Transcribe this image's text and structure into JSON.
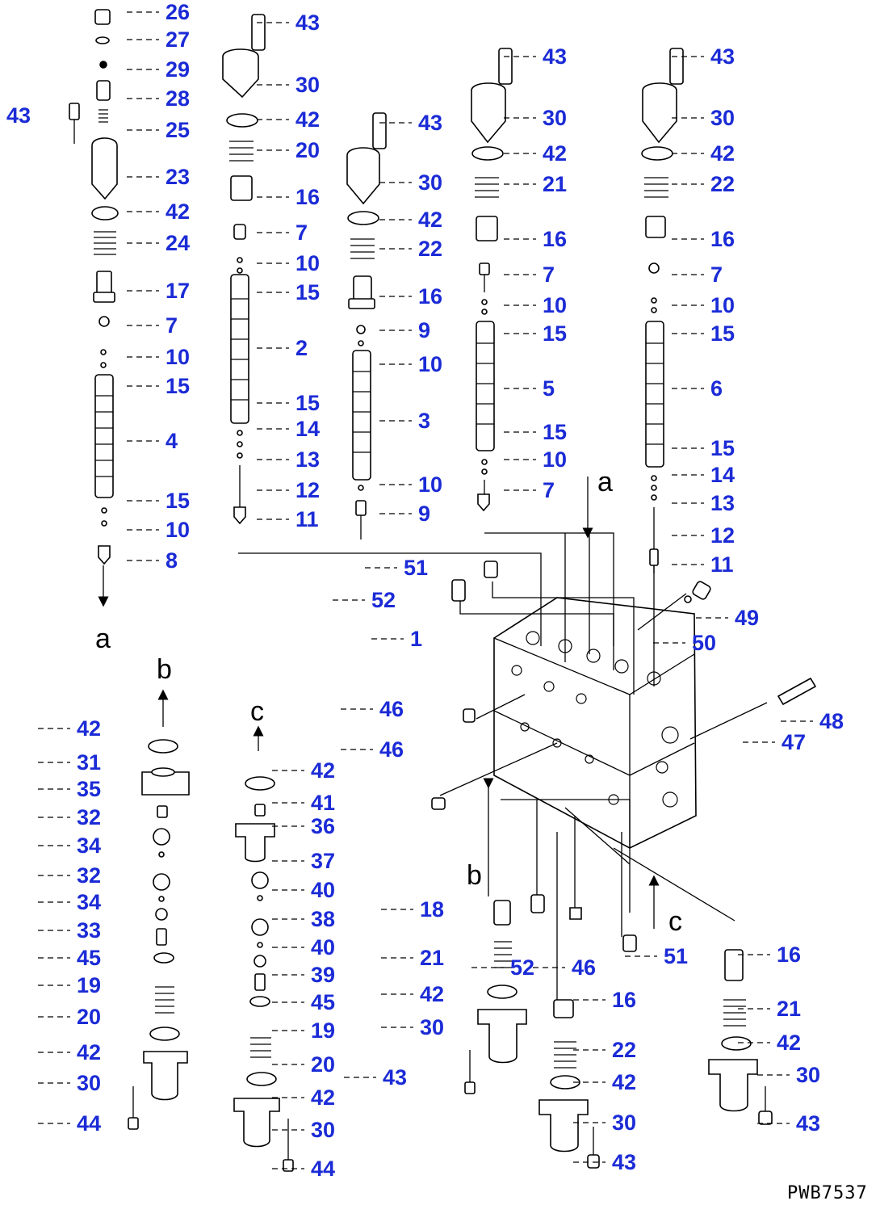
{
  "drawing_code": "PWB7537",
  "callouts": [
    {
      "id": "c1",
      "text": "26"
    },
    {
      "id": "c2",
      "text": "27"
    },
    {
      "id": "c3",
      "text": "29"
    },
    {
      "id": "c4",
      "text": "28"
    },
    {
      "id": "c5",
      "text": "25"
    },
    {
      "id": "c6",
      "text": "43"
    },
    {
      "id": "c7",
      "text": "23"
    },
    {
      "id": "c8",
      "text": "42"
    },
    {
      "id": "c9",
      "text": "24"
    },
    {
      "id": "c10",
      "text": "17"
    },
    {
      "id": "c11",
      "text": "7"
    },
    {
      "id": "c12",
      "text": "10"
    },
    {
      "id": "c13",
      "text": "15"
    },
    {
      "id": "c14",
      "text": "4"
    },
    {
      "id": "c15",
      "text": "15"
    },
    {
      "id": "c16",
      "text": "10"
    },
    {
      "id": "c17",
      "text": "8"
    },
    {
      "id": "c18",
      "text": "43"
    },
    {
      "id": "c19",
      "text": "30"
    },
    {
      "id": "c20",
      "text": "42"
    },
    {
      "id": "c21",
      "text": "20"
    },
    {
      "id": "c22",
      "text": "16"
    },
    {
      "id": "c23",
      "text": "7"
    },
    {
      "id": "c24",
      "text": "10"
    },
    {
      "id": "c25",
      "text": "15"
    },
    {
      "id": "c26",
      "text": "2"
    },
    {
      "id": "c27",
      "text": "15"
    },
    {
      "id": "c28",
      "text": "14"
    },
    {
      "id": "c29",
      "text": "13"
    },
    {
      "id": "c30",
      "text": "12"
    },
    {
      "id": "c31",
      "text": "11"
    },
    {
      "id": "c32",
      "text": "43"
    },
    {
      "id": "c33",
      "text": "30"
    },
    {
      "id": "c34",
      "text": "42"
    },
    {
      "id": "c35",
      "text": "22"
    },
    {
      "id": "c36",
      "text": "16"
    },
    {
      "id": "c37",
      "text": "9"
    },
    {
      "id": "c38",
      "text": "10"
    },
    {
      "id": "c39",
      "text": "3"
    },
    {
      "id": "c40",
      "text": "10"
    },
    {
      "id": "c41",
      "text": "9"
    },
    {
      "id": "c42",
      "text": "43"
    },
    {
      "id": "c43",
      "text": "30"
    },
    {
      "id": "c44",
      "text": "42"
    },
    {
      "id": "c45",
      "text": "21"
    },
    {
      "id": "c46",
      "text": "16"
    },
    {
      "id": "c47",
      "text": "7"
    },
    {
      "id": "c48",
      "text": "10"
    },
    {
      "id": "c49",
      "text": "15"
    },
    {
      "id": "c50",
      "text": "5"
    },
    {
      "id": "c51",
      "text": "15"
    },
    {
      "id": "c52",
      "text": "10"
    },
    {
      "id": "c53",
      "text": "7"
    },
    {
      "id": "c54",
      "text": "43"
    },
    {
      "id": "c55",
      "text": "30"
    },
    {
      "id": "c56",
      "text": "42"
    },
    {
      "id": "c57",
      "text": "22"
    },
    {
      "id": "c58",
      "text": "16"
    },
    {
      "id": "c59",
      "text": "7"
    },
    {
      "id": "c60",
      "text": "10"
    },
    {
      "id": "c61",
      "text": "15"
    },
    {
      "id": "c62",
      "text": "6"
    },
    {
      "id": "c63",
      "text": "15"
    },
    {
      "id": "c64",
      "text": "14"
    },
    {
      "id": "c65",
      "text": "13"
    },
    {
      "id": "c66",
      "text": "12"
    },
    {
      "id": "c67",
      "text": "11"
    },
    {
      "id": "c68",
      "text": "51"
    },
    {
      "id": "c69",
      "text": "52"
    },
    {
      "id": "c70",
      "text": "49"
    },
    {
      "id": "c71",
      "text": "50"
    },
    {
      "id": "c72",
      "text": "1"
    },
    {
      "id": "c73",
      "text": "46"
    },
    {
      "id": "c74",
      "text": "46"
    },
    {
      "id": "c75",
      "text": "48"
    },
    {
      "id": "c76",
      "text": "47"
    },
    {
      "id": "c77",
      "text": "42"
    },
    {
      "id": "c78",
      "text": "31"
    },
    {
      "id": "c79",
      "text": "35"
    },
    {
      "id": "c80",
      "text": "32"
    },
    {
      "id": "c81",
      "text": "34"
    },
    {
      "id": "c82",
      "text": "32"
    },
    {
      "id": "c83",
      "text": "34"
    },
    {
      "id": "c84",
      "text": "33"
    },
    {
      "id": "c85",
      "text": "45"
    },
    {
      "id": "c86",
      "text": "19"
    },
    {
      "id": "c87",
      "text": "20"
    },
    {
      "id": "c88",
      "text": "42"
    },
    {
      "id": "c89",
      "text": "30"
    },
    {
      "id": "c90",
      "text": "44"
    },
    {
      "id": "c91",
      "text": "42"
    },
    {
      "id": "c92",
      "text": "41"
    },
    {
      "id": "c93",
      "text": "36"
    },
    {
      "id": "c94",
      "text": "37"
    },
    {
      "id": "c95",
      "text": "40"
    },
    {
      "id": "c96",
      "text": "38"
    },
    {
      "id": "c97",
      "text": "40"
    },
    {
      "id": "c98",
      "text": "39"
    },
    {
      "id": "c99",
      "text": "45"
    },
    {
      "id": "c100",
      "text": "19"
    },
    {
      "id": "c101",
      "text": "20"
    },
    {
      "id": "c102",
      "text": "42"
    },
    {
      "id": "c103",
      "text": "30"
    },
    {
      "id": "c104",
      "text": "44"
    },
    {
      "id": "c105",
      "text": "18"
    },
    {
      "id": "c106",
      "text": "21"
    },
    {
      "id": "c107",
      "text": "42"
    },
    {
      "id": "c108",
      "text": "30"
    },
    {
      "id": "c109",
      "text": "52"
    },
    {
      "id": "c110",
      "text": "46"
    },
    {
      "id": "c111",
      "text": "51"
    },
    {
      "id": "c112",
      "text": "43"
    },
    {
      "id": "c113",
      "text": "16"
    },
    {
      "id": "c114",
      "text": "22"
    },
    {
      "id": "c115",
      "text": "42"
    },
    {
      "id": "c116",
      "text": "30"
    },
    {
      "id": "c117",
      "text": "43"
    },
    {
      "id": "c118",
      "text": "16"
    },
    {
      "id": "c119",
      "text": "21"
    },
    {
      "id": "c120",
      "text": "42"
    },
    {
      "id": "c121",
      "text": "30"
    },
    {
      "id": "c122",
      "text": "43"
    }
  ],
  "connection_markers": [
    {
      "id": "m1",
      "text": "a"
    },
    {
      "id": "m2",
      "text": "a"
    },
    {
      "id": "m3",
      "text": "b"
    },
    {
      "id": "m4",
      "text": "b"
    },
    {
      "id": "m5",
      "text": "c"
    },
    {
      "id": "m6",
      "text": "c"
    }
  ]
}
